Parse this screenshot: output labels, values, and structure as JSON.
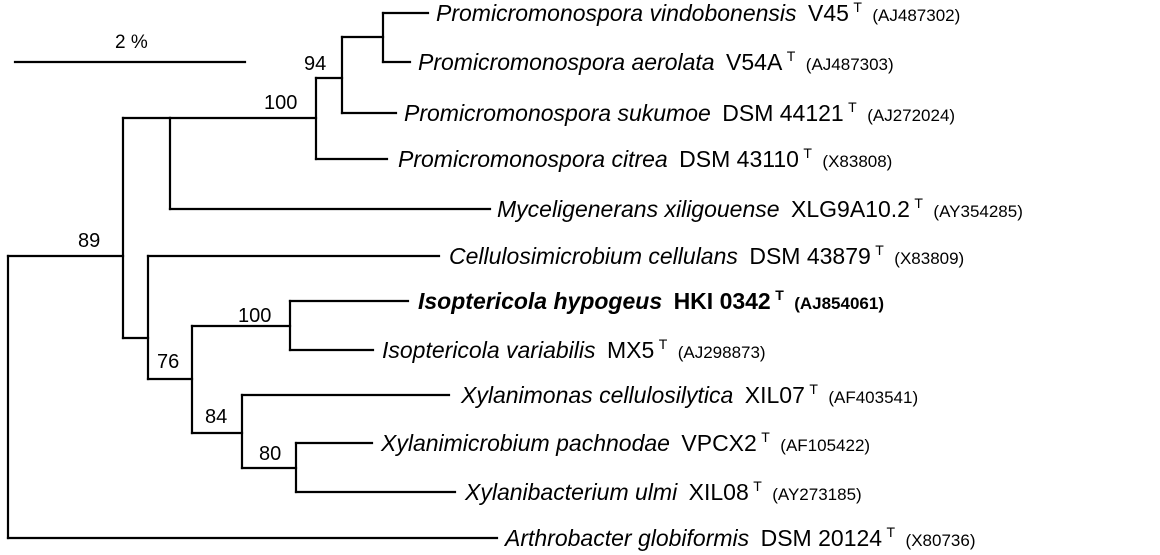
{
  "scale_bar": {
    "label": "2 %"
  },
  "bootstrap_values": {
    "n94": "94",
    "n100a": "100",
    "n89": "89",
    "n100b": "100",
    "n76": "76",
    "n84": "84",
    "n80": "80"
  },
  "taxa": [
    {
      "name": "Promicromonospora vindobonensis",
      "strain": "V45",
      "type": "T",
      "accession": "(AJ487302)"
    },
    {
      "name": "Promicromonospora aerolata",
      "strain": "V54A",
      "type": "T",
      "accession": "(AJ487303)"
    },
    {
      "name": "Promicromonospora sukumoe",
      "strain": "DSM 44121",
      "type": "T",
      "accession": "(AJ272024)"
    },
    {
      "name": "Promicromonospora citrea",
      "strain": "DSM 43110",
      "type": "T",
      "accession": "(X83808)"
    },
    {
      "name": "Myceligenerans xiligouense",
      "strain": "XLG9A10.2",
      "type": "T",
      "accession": "(AY354285)"
    },
    {
      "name": "Cellulosimicrobium cellulans",
      "strain": "DSM 43879",
      "type": "T",
      "accession": "(X83809)"
    },
    {
      "name": "Isoptericola hypogeus",
      "strain": "HKI 0342",
      "type": "T",
      "accession": "(AJ854061)"
    },
    {
      "name": "Isoptericola variabilis",
      "strain": "MX5",
      "type": "T",
      "accession": "(AJ298873)"
    },
    {
      "name": "Xylanimonas cellulosilytica",
      "strain": "XIL07",
      "type": "T",
      "accession": "(AF403541)"
    },
    {
      "name": "Xylanimicrobium pachnodae",
      "strain": "VPCX2",
      "type": "T",
      "accession": "(AF105422)"
    },
    {
      "name": "Xylanibacterium ulmi",
      "strain": "XIL08",
      "type": "T",
      "accession": "(AY273185)"
    },
    {
      "name": "Arthrobacter globiformis",
      "strain": "DSM 20124",
      "type": "T",
      "accession": "(X80736)"
    }
  ]
}
